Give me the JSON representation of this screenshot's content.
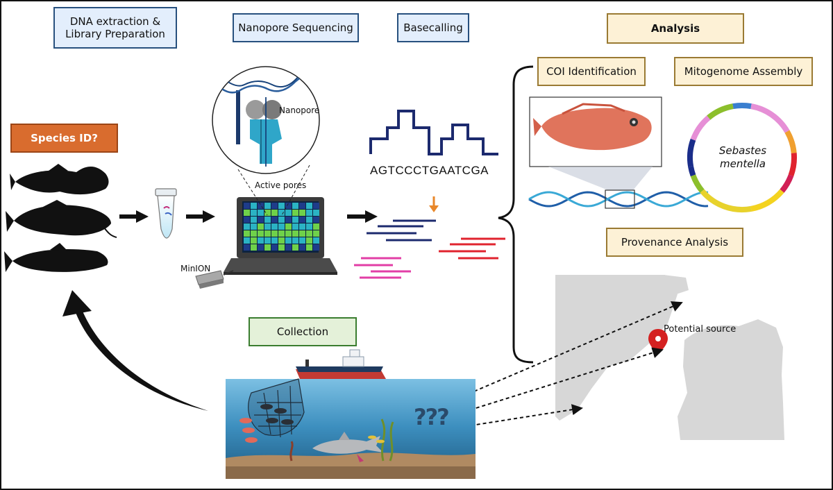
{
  "labels": {
    "dna_extraction": "DNA extraction &\nLibrary Preparation",
    "nanopore_sequencing": "Nanopore Sequencing",
    "basecalling": "Basecalling",
    "analysis": "Analysis",
    "coi_identification": "COI Identification",
    "mitogenome_assembly": "Mitogenome Assembly",
    "species_id": "Species ID?",
    "nanopore": "Nanopore",
    "active_pores": "Active pores",
    "minion": "MinION",
    "sequence": "AGTCCCTGAATCGA",
    "species_name_line1": "Sebastes",
    "species_name_line2": "mentella",
    "provenance_analysis": "Provenance Analysis",
    "potential_source": "Potential source",
    "collection": "Collection",
    "question_marks": "???"
  },
  "colors": {
    "box_blue_fill": "#e3eefc",
    "box_blue_border": "#27507e",
    "box_tan_fill": "#fdf1d6",
    "box_tan_border": "#9a7a33",
    "box_green_fill": "#e4f1d9",
    "box_green_border": "#3a7d2f",
    "species_box_fill": "#d96c2e",
    "read_navy": "#1c2a6e",
    "read_red": "#e0232e",
    "read_pink": "#e23ea6",
    "ocean": "#4a97c7",
    "map_land": "#d7d7d7",
    "marker_red": "#d42121"
  },
  "icons": [
    "fish-silhouette-icon",
    "microtube-icon",
    "laptop-icon",
    "minion-device-icon",
    "nanopore-protein-icon",
    "dna-helix-icon",
    "fish-specimen-icon",
    "location-pin-icon",
    "trawler-ship-icon",
    "fishing-net-icon",
    "shark-icon"
  ]
}
